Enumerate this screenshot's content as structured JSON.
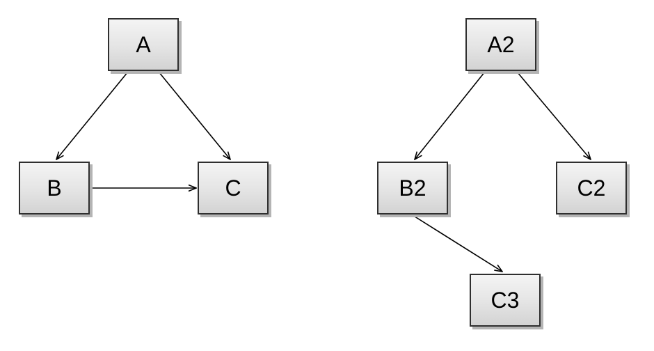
{
  "canvas": {
    "background_color": "#ffffff"
  },
  "style": {
    "node_fill_top": "#f4f4f4",
    "node_fill_bottom": "#d3d3d3",
    "node_border_color": "#2f2f2f",
    "node_shadow_color": "#b4b4b4",
    "edge_color": "#000000",
    "label_color": "#000000"
  },
  "graph_left": {
    "nodes": [
      {
        "id": "A",
        "label": "A"
      },
      {
        "id": "B",
        "label": "B"
      },
      {
        "id": "C",
        "label": "C"
      }
    ],
    "edges": [
      {
        "from": "A",
        "to": "B"
      },
      {
        "from": "A",
        "to": "C"
      },
      {
        "from": "B",
        "to": "C"
      }
    ]
  },
  "graph_right": {
    "nodes": [
      {
        "id": "A2",
        "label": "A2"
      },
      {
        "id": "B2",
        "label": "B2"
      },
      {
        "id": "C2",
        "label": "C2"
      },
      {
        "id": "C3",
        "label": "C3"
      }
    ],
    "edges": [
      {
        "from": "A2",
        "to": "B2"
      },
      {
        "from": "A2",
        "to": "C2"
      },
      {
        "from": "B2",
        "to": "C3"
      }
    ]
  }
}
